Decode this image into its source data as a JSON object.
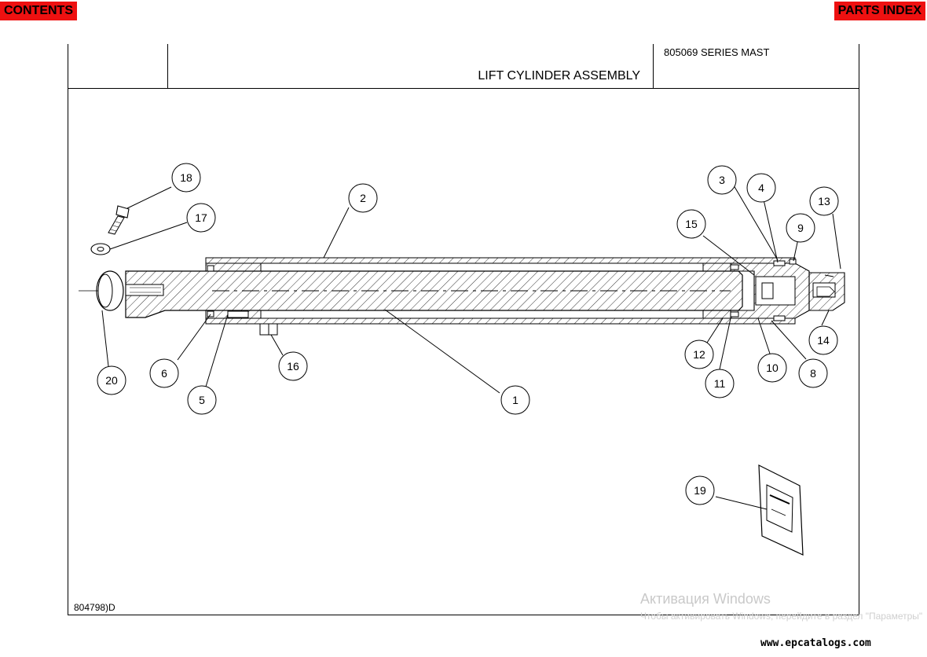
{
  "nav": {
    "contents_label": "CONTENTS",
    "parts_index_label": "PARTS INDEX"
  },
  "header": {
    "series": "805069 SERIES MAST",
    "title": "LIFT CYLINDER ASSEMBLY"
  },
  "footer": {
    "drawing_number": "804798)D",
    "watermark_title": "Активация Windows",
    "watermark_text": "Чтобы активировать Windows, перейдите в раздел \"Параметры\"",
    "site": "www.epcatalogs.com"
  },
  "callouts": [
    "1",
    "2",
    "3",
    "4",
    "5",
    "6",
    "8",
    "9",
    "10",
    "11",
    "12",
    "13",
    "14",
    "15",
    "16",
    "17",
    "18",
    "19",
    "20"
  ],
  "colors": {
    "nav_button": "#ee1111",
    "line": "#000000"
  }
}
